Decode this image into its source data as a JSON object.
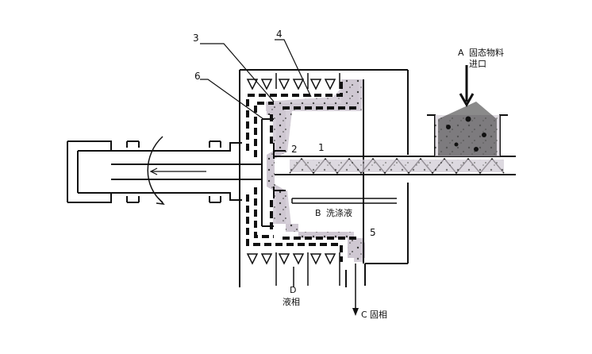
{
  "callouts": {
    "n1": "1",
    "n2": "2",
    "n3": "3",
    "n4": "4",
    "n5": "5",
    "n6": "6"
  },
  "labels": {
    "solid_inlet_letter": "A",
    "solid_inlet_text": "固态物料",
    "solid_inlet_text2": "进口",
    "wash_letter": "B",
    "wash_text": "洗涤液",
    "solid_out_letter": "C",
    "solid_out_text": "固相",
    "liquid_letter": "D",
    "liquid_text": "液相"
  },
  "colors": {
    "line": "#111111",
    "slurry": "#c9c2cc",
    "particle": "#2a2a2a"
  }
}
